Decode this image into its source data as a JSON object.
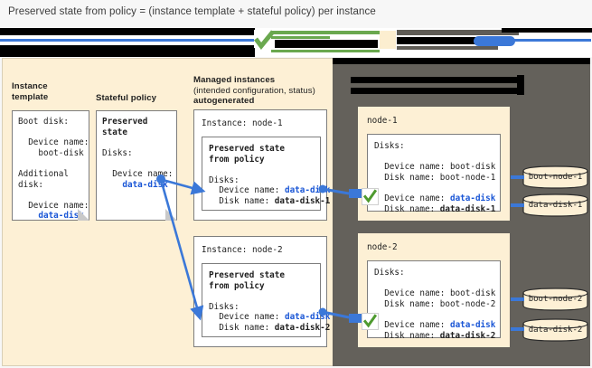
{
  "caption": "Preserved state from policy = (instance template + stateful policy) per instance",
  "colors": {
    "panel_bg": "#fdf0d5",
    "right_panel_bg": "#64615b",
    "accent_blue": "#1a56d6",
    "arrow_blue": "#3b78d8",
    "check_green": "#6aa84f",
    "note_border": "#7d7d7d"
  },
  "legend": {
    "redacted": true,
    "note": "legend row obscured by black redaction bars"
  },
  "columns": {
    "instance_template": {
      "heading_line1": "Instance",
      "heading_line2": "template",
      "card": {
        "lines": [
          {
            "text": "Boot disk:",
            "style": "plain"
          },
          {
            "text": "",
            "style": "plain"
          },
          {
            "text": "  Device name:",
            "style": "plain"
          },
          {
            "text": "    boot-disk",
            "style": "plain"
          },
          {
            "text": "",
            "style": "plain"
          },
          {
            "text": "Additional",
            "style": "plain"
          },
          {
            "text": "disk:",
            "style": "plain"
          },
          {
            "text": "",
            "style": "plain"
          },
          {
            "text": "  Device name:",
            "style": "plain"
          },
          {
            "text": "    data-disk",
            "style": "blue"
          }
        ]
      }
    },
    "stateful_policy": {
      "heading_line1": "Stateful policy",
      "heading_line2": "",
      "card": {
        "lines": [
          {
            "text": "Preserved",
            "style": "bold"
          },
          {
            "text": "state",
            "style": "bold"
          },
          {
            "text": "",
            "style": "plain"
          },
          {
            "text": "Disks:",
            "style": "plain"
          },
          {
            "text": "",
            "style": "plain"
          },
          {
            "text": "  Device name:",
            "style": "plain"
          },
          {
            "text": "    data-disk",
            "style": "blue"
          }
        ]
      }
    },
    "managed_instances": {
      "heading_line1": "Managed instances",
      "heading_line2": "(intended configuration, status)",
      "heading_line3": "autogenerated",
      "instances": [
        {
          "title": "Instance: node-1",
          "inner_title_line1": "Preserved state",
          "inner_title_line2": "from policy",
          "disks_label": "Disks:",
          "device_name_label": "  Device name: ",
          "device_name_value": "data-disk",
          "disk_name_label": "  Disk name: ",
          "disk_name_value": "data-disk-1"
        },
        {
          "title": "Instance: node-2",
          "inner_title_line1": "Preserved state",
          "inner_title_line2": "from policy",
          "disks_label": "Disks:",
          "device_name_label": "  Device name: ",
          "device_name_value": "data-disk",
          "disk_name_label": "  Disk name: ",
          "disk_name_value": "data-disk-2"
        }
      ]
    },
    "actual_state": {
      "heading_redacted": true,
      "nodes": [
        {
          "title": "node-1",
          "disks_label": "Disks:",
          "boot_device_name": "  Device name: boot-disk",
          "boot_disk_name": "  Disk name: boot-node-1",
          "data_device_label": "  Device name: ",
          "data_device_value": "data-disk",
          "data_disk_label": "  Disk name: ",
          "data_disk_value": "data-disk-1",
          "status_icon": "green-check-icon"
        },
        {
          "title": "node-2",
          "disks_label": "Disks:",
          "boot_device_name": "  Device name: boot-disk",
          "boot_disk_name": "  Disk name: boot-node-2",
          "data_device_label": "  Device name: ",
          "data_device_value": "data-disk",
          "data_disk_label": "  Disk name: ",
          "data_disk_value": "data-disk-2",
          "status_icon": "green-check-icon"
        }
      ]
    },
    "disks": [
      {
        "label": "boot-node-1"
      },
      {
        "label": "data-disk-1"
      },
      {
        "label": "boot-node-2"
      },
      {
        "label": "data-disk-2"
      }
    ]
  }
}
